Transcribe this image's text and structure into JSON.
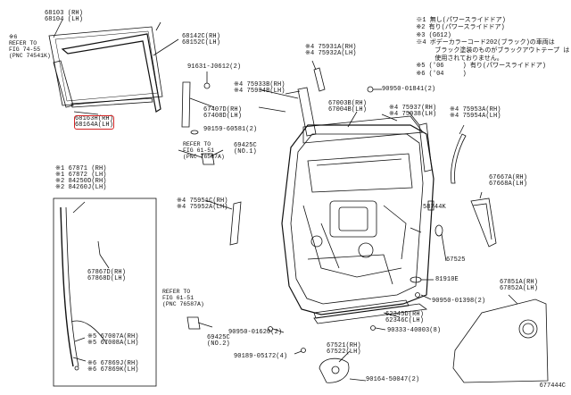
{
  "notes": {
    "n1": "※1 無し(パワースライドドア)",
    "n2": "※2 有り(パワースライドドア)",
    "n3": "※3 (G612)",
    "n4": "※4 ボデーカラーコード202(ブラック)の車両は",
    "n4b": "     ブラック塗装のものがブラックアウトテープ は",
    "n4c": "     使用されておりません。",
    "n5": "※5 ('06     ) 有り(パワースライドドア)",
    "n6": "※6 ('04     )"
  },
  "refs": {
    "r1": "※6\nREFER TO\nFIG 74-55\n(PNC 74541K)",
    "r2": "REFER TO\nFIG 61-51\n(PNC 76587A)",
    "r3": "REFER TO\nFIG 61-51\n(PNC 76587A)"
  },
  "labels": {
    "p68103": "68103 (RH)\n68104 (LH)",
    "p68142": "68142C(RH)\n68152C(LH)",
    "p91631": "91631-J0612(2)",
    "p75933": "※4 75933B(RH)\n※4 75934B(LH)",
    "p75931": "※4 75931A(RH)\n※4 75932A(LH)",
    "p90950a": "90950-01841(2)",
    "p68163": "68163H(RH)\n68164A(LH)",
    "p67407": "67407D(RH)\n67408D(LH)",
    "p90159": "90159-60581(2)",
    "p67003": "67003B(RH)\n67004B(LH)",
    "p75937": "※4 75937(RH)\n※4 75938(LH)",
    "p75953": "※4 75953A(RH)\n※4 75954A(LH)",
    "p69425a": "69425C\n(NO.1)",
    "p67871": "※1 67871 (RH)\n※1 67872 (LH)\n※2 84250D(RH)\n※2 84260J(LH)",
    "p67667": "67667A(RH)\n67668A(LH)",
    "p75951": "※4 75951C(RH)\n※4 75952A(LH)",
    "p58744": "58744K",
    "p67867": "67867D(RH)\n67868D(LH)",
    "p67525": "67525",
    "p81910": "81910E",
    "p90950b": "90950-01398(2)",
    "p67851": "67851A(RH)\n67852A(LH)",
    "p62345": "62345D(RH)\n62346C(LH)",
    "p69425b": "69425C\n(NO.2)",
    "p90950c": "90950-01620(2)",
    "p67007": "※5 67007A(RH)\n※5 67008A(LH)",
    "p90333": "90333-40003(8)",
    "p67521": "67521(RH)\n67522(LH)",
    "p90189": "90189-05172(4)",
    "p67869": "※6 67869J(RH)\n※6 67869K(LH)",
    "p90164": "90164-50047(2)"
  },
  "figure_id": "677444C",
  "colors": {
    "line": "#111111",
    "highlight": "#d32424"
  }
}
